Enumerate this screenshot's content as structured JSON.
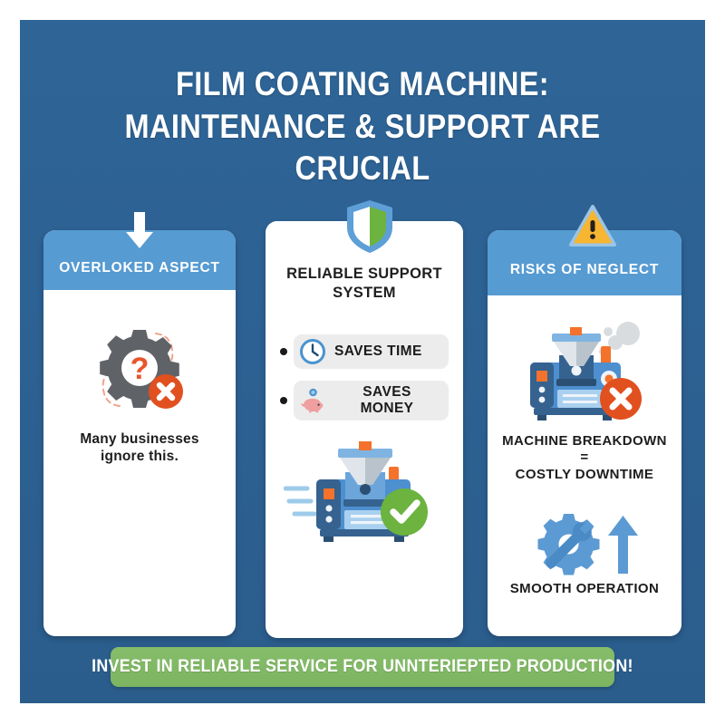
{
  "theme": {
    "background": "#ffffff",
    "canvas_blue": "#2d6193",
    "header_blue": "#569bd2",
    "banner_green": "#7cb461",
    "accent_orange": "#e8552d",
    "gear_gray": "#5f6368",
    "check_green": "#6cb33f",
    "warning_yellow": "#f6b632",
    "text_dark": "#1d1d1d"
  },
  "title": {
    "line1": "FILM COATING MACHINE:",
    "line2": "MAINTENANCE & SUPPORT ARE CRUCIAL"
  },
  "cards": [
    {
      "id": "overlooked-aspect",
      "top_icon": "down-arrow-icon",
      "header": "OVERLOKED ASPECT",
      "illustration": "gear-question-error-icon",
      "caption": "Many businesses ignore this."
    },
    {
      "id": "reliable-support-system",
      "top_icon": "shield-icon",
      "header": "RELIABLE SUPPORT SYSTEM",
      "bullets": [
        {
          "icon": "clock-icon",
          "label": "SAVES TIME"
        },
        {
          "icon": "piggy-bank-icon",
          "label": "SAVES MONEY"
        }
      ],
      "illustration": "coating-machine-approved-icon"
    },
    {
      "id": "risks-of-neglect",
      "top_icon": "warning-triangle-icon",
      "header": "RISKS OF NEGLECT",
      "illustration": "coating-machine-breakdown-icon",
      "caption_line1": "MACHINE BREAKDOWN =",
      "caption_line2": "COSTLY DOWNTIME",
      "illustration_2": "gear-wrench-uparrow-icon",
      "caption_2": "SMOOTH OPERATION"
    }
  ],
  "banner": {
    "text": "INVEST IN RELIABLE SERVICE FOR UNNTERIEPTED PRODUCTION!"
  }
}
